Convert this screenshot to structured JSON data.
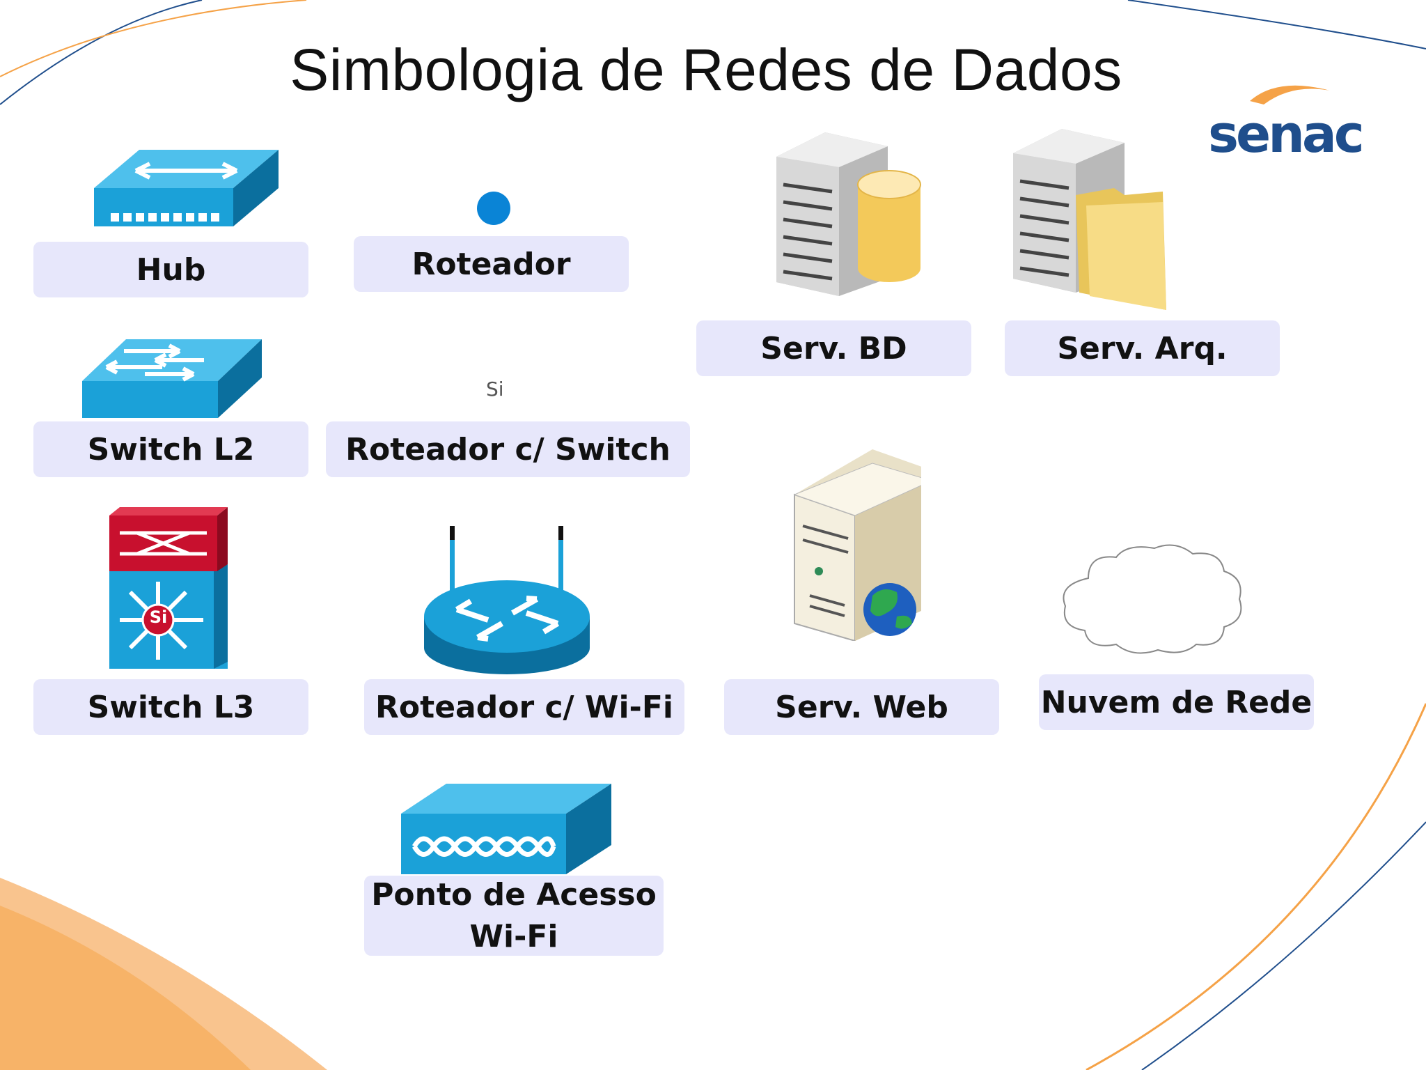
{
  "title": "Simbologia de Redes de Dados",
  "logo": {
    "text": "senac"
  },
  "colors": {
    "label_bg": "#e7e7fb",
    "device_blue": "#1ba1d8",
    "device_blue_dark": "#0b6f9e",
    "l3_red": "#c8102e",
    "orange": "#f5a247",
    "navy": "#1f4e8c"
  },
  "symbols": {
    "hub": {
      "label": "Hub",
      "icon": "hub-icon"
    },
    "roteador": {
      "label": "Roteador",
      "icon": "router-dot-icon"
    },
    "serv_bd": {
      "label": "Serv. BD",
      "icon": "database-server-icon"
    },
    "serv_arq": {
      "label": "Serv. Arq.",
      "icon": "file-server-icon"
    },
    "switch_l2": {
      "label": "Switch L2",
      "icon": "switch-l2-icon"
    },
    "roteador_switch": {
      "label": "Roteador c/ Switch",
      "icon": "router-switch-icon",
      "icon_text": "Si"
    },
    "switch_l3": {
      "label": "Switch L3",
      "icon": "switch-l3-icon",
      "badge": "Si"
    },
    "roteador_wifi": {
      "label": "Roteador c/ Wi-Fi",
      "icon": "wifi-router-icon"
    },
    "serv_web": {
      "label": "Serv. Web",
      "icon": "web-server-icon"
    },
    "nuvem": {
      "label": "Nuvem de Rede",
      "icon": "cloud-icon"
    },
    "ponto_acesso": {
      "label_line1": "Ponto de Acesso",
      "label_line2": "Wi-Fi",
      "icon": "access-point-icon"
    }
  }
}
